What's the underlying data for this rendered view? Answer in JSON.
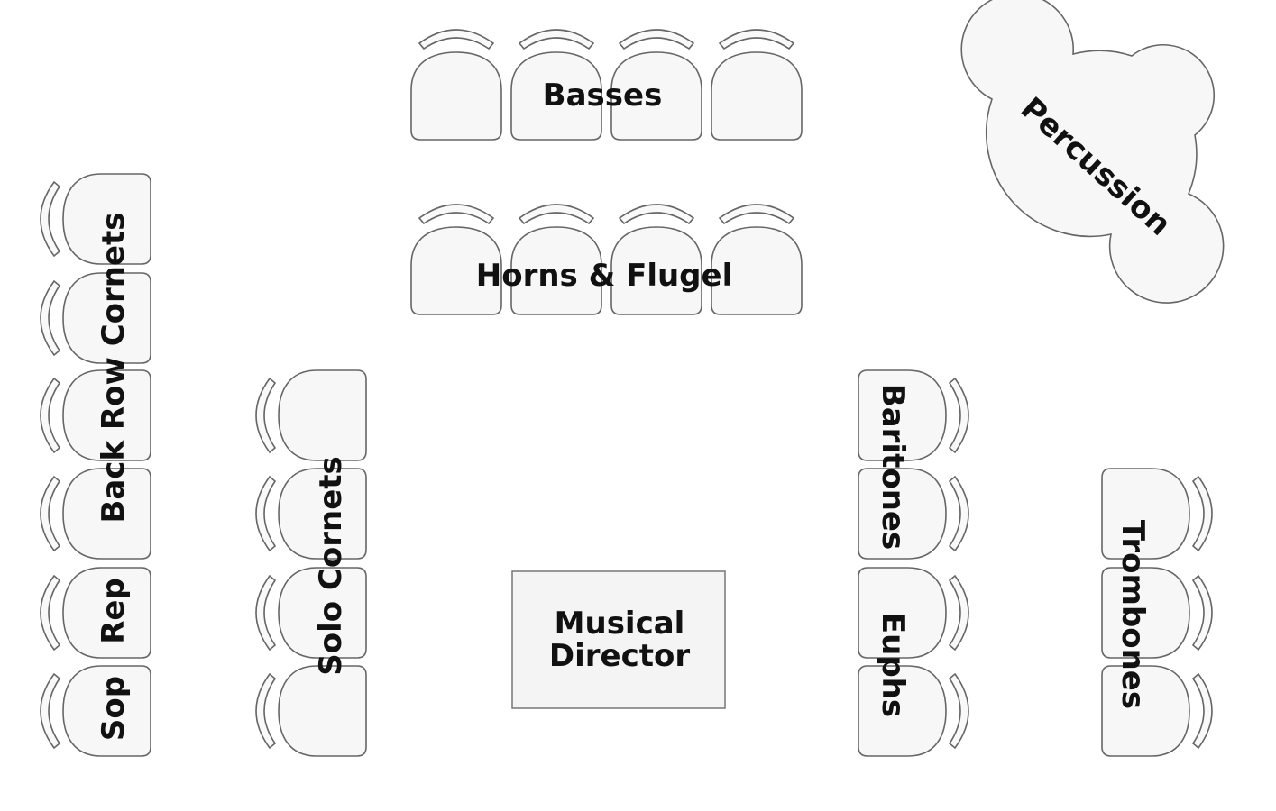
{
  "sections": {
    "basses": "Basses",
    "horns": "Horns & Flugel",
    "percussion": "Percussion",
    "back_row": "Back Row Cornets",
    "rep": "Rep",
    "sop": "Sop",
    "solo": "Solo Cornets",
    "baritones": "Baritones",
    "euphs": "Euphs",
    "trombones": "Trombones"
  },
  "director": {
    "line1": "Musical",
    "line2": "Director"
  },
  "chair_counts": {
    "basses": 4,
    "horns": 4,
    "left_column": 6,
    "solo": 4,
    "baritones_euphs": 4,
    "trombones": 3
  }
}
